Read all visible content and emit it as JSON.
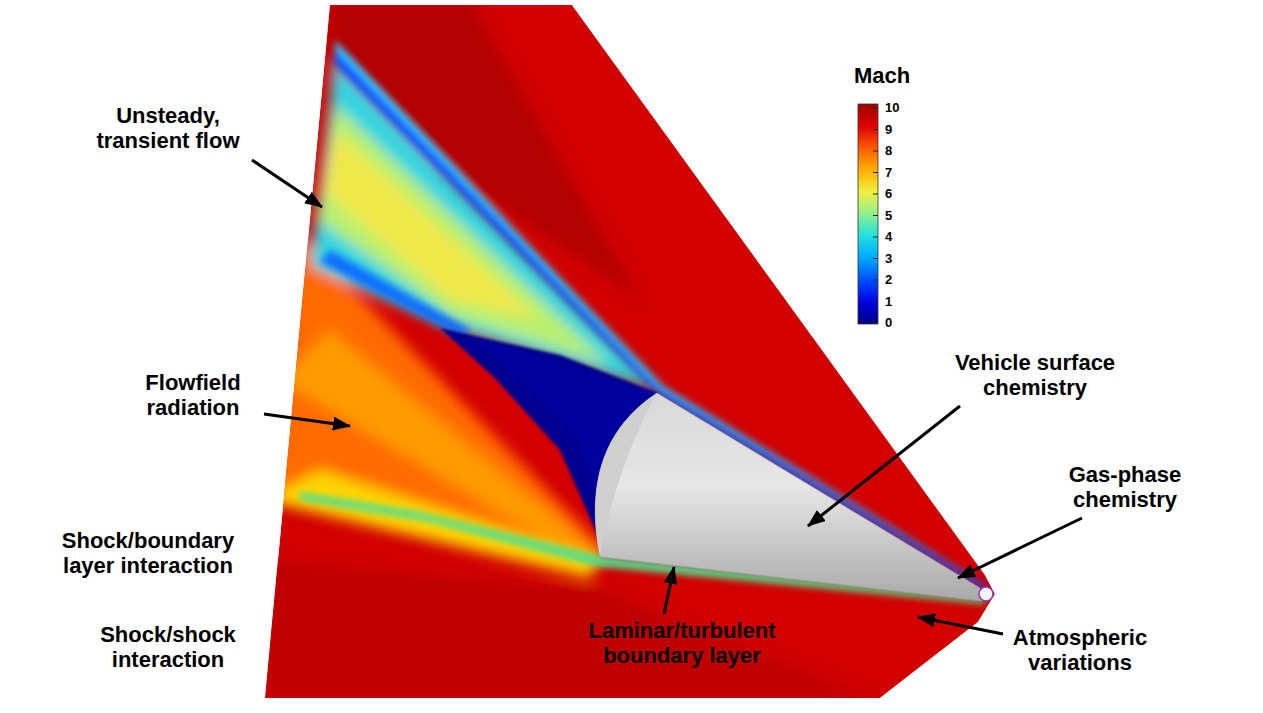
{
  "diagram": {
    "labels": [
      "Unsteady, transient flow",
      "Flowfield radiation",
      "Shock/boundary layer interaction",
      "Shock/shock interaction",
      "Laminar/turbulent boundary layer",
      "Vehicle surface chemistry",
      "Gas-phase chemistry",
      "Atmospheric variations",
      "Mach",
      "10",
      "9",
      "8",
      "7",
      "6",
      "5",
      "4",
      "3",
      "2",
      "1",
      "0"
    ]
  }
}
